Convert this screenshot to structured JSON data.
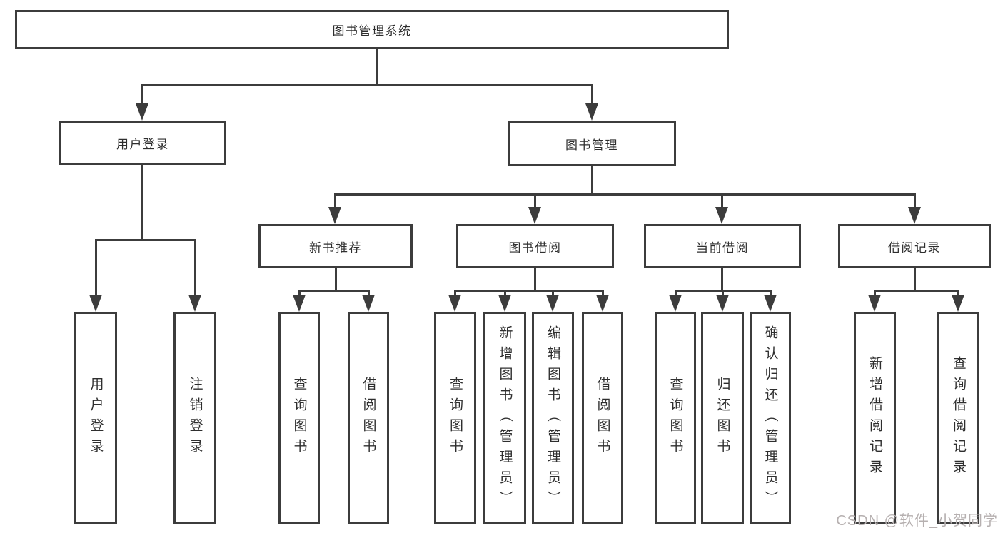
{
  "tree": {
    "root": "图书管理系统",
    "branches": [
      {
        "label": "用户登录",
        "leaves": [
          "用户登录",
          "注销登录"
        ]
      },
      {
        "label": "图书管理",
        "groups": [
          {
            "label": "新书推荐",
            "leaves": [
              "查询图书",
              "借阅图书"
            ]
          },
          {
            "label": "图书借阅",
            "leaves": [
              "查询图书",
              "新增图书（管理员）",
              "编辑图书（管理员）",
              "借阅图书"
            ]
          },
          {
            "label": "当前借阅",
            "leaves": [
              "查询图书",
              "归还图书",
              "确认归还（管理员）"
            ]
          },
          {
            "label": "借阅记录",
            "leaves": [
              "新增借阅记录",
              "查询借阅记录"
            ]
          }
        ]
      }
    ]
  },
  "watermark": "CSDN @软件_小贺同学",
  "colors": {
    "line": "#3c3c3c",
    "text": "#2e2e2e",
    "watermark_text": "#b6b0b0",
    "background": "#ffffff"
  }
}
